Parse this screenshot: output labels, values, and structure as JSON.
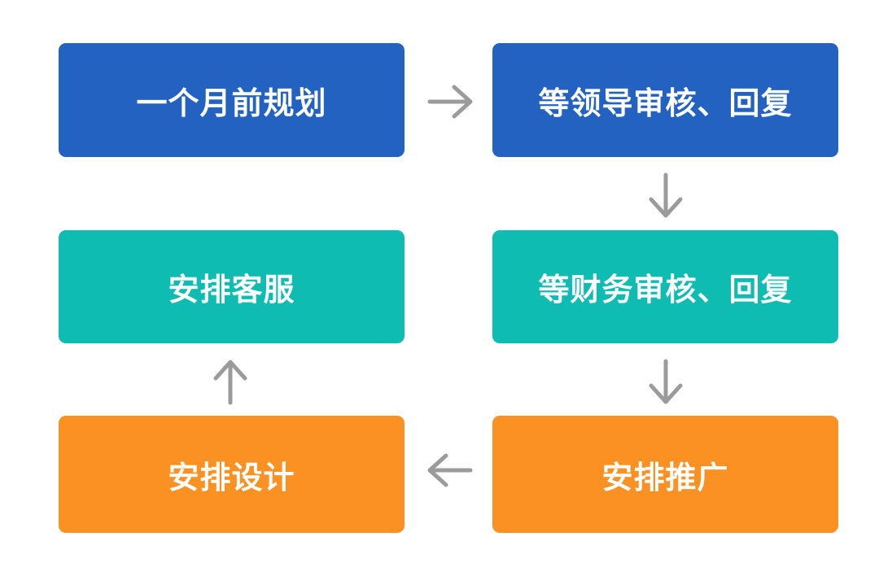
{
  "diagram": {
    "background": "#ffffff",
    "arrow_color": "#9b9b9b",
    "node_text_color": "#ffffff",
    "nodes": [
      {
        "id": "plan-ahead",
        "label": "一个月前规划",
        "color": "#2362c1"
      },
      {
        "id": "leader-review",
        "label": "等领导审核、回复",
        "color": "#2362c1"
      },
      {
        "id": "customer-service",
        "label": "安排客服",
        "color": "#0ebcb1"
      },
      {
        "id": "finance-review",
        "label": "等财务审核、回复",
        "color": "#0ebcb1"
      },
      {
        "id": "design",
        "label": "安排设计",
        "color": "#fb9122"
      },
      {
        "id": "promotion",
        "label": "安排推广",
        "color": "#fb9122"
      }
    ],
    "edges": [
      {
        "from": "一个月前规划",
        "to": "等领导审核、回复",
        "arrow": "right"
      },
      {
        "from": "等领导审核、回复",
        "to": "等财务审核、回复",
        "arrow": "down"
      },
      {
        "from": "等财务审核、回复",
        "to": "安排推广",
        "arrow": "down"
      },
      {
        "from": "安排推广",
        "to": "安排设计",
        "arrow": "left"
      },
      {
        "from": "安排设计",
        "to": "安排客服",
        "arrow": "up"
      }
    ]
  }
}
